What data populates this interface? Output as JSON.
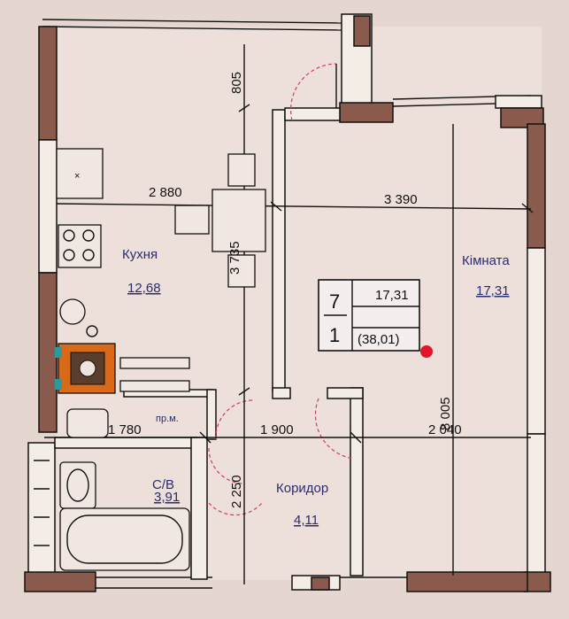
{
  "rooms": {
    "kitchen": {
      "name": "Кухня",
      "area": "12,68"
    },
    "room": {
      "name": "Кімната",
      "area": "17,31"
    },
    "bath": {
      "name": "С/В",
      "area": "3,91"
    },
    "corridor": {
      "name": "Коридор",
      "area": "4,11"
    },
    "pantry": {
      "name": "пр.м."
    }
  },
  "info_box": {
    "numerator": "7",
    "denominator": "1",
    "living_area": "17,31",
    "total_area": "(38,01)"
  },
  "dimensions": {
    "d805": "805",
    "d2880": "2 880",
    "d3390": "3 390",
    "d3735": "3 735",
    "d1780": "1 780",
    "d1900": "1 900",
    "d2250": "2 250",
    "d8005": "8 005",
    "d2040": "2 040"
  },
  "colors": {
    "wall_fill": "#8a5a4c",
    "marker": "#e0162b",
    "label_ink": "#2a2d6e"
  }
}
